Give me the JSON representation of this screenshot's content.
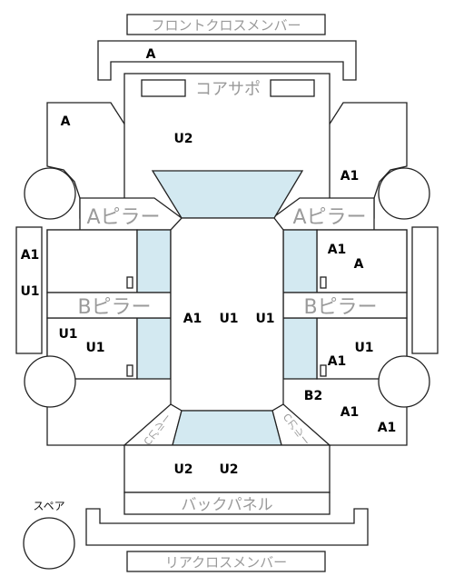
{
  "labels": {
    "front_cross_member": "フロントクロスメンバー",
    "core_support": "コアサポ",
    "a_pillar_left": "Aピラー",
    "a_pillar_right": "Aピラー",
    "b_pillar_left": "Bピラー",
    "b_pillar_right": "Bピラー",
    "c_pillar_left": "Cピラー",
    "c_pillar_right": "Cピラー",
    "back_panel": "バックパネル",
    "spare": "スペア",
    "rear_cross_member": "リアクロスメンバー"
  },
  "grades": {
    "front_member": "A",
    "core_support_area": "U2",
    "front_left_fender": "A",
    "front_right_fender": "A1",
    "left_side_panel_1": "A1",
    "left_side_panel_2": "U1",
    "right_front_door_1": "A1",
    "right_front_door_2": "A",
    "left_rear_door_1": "U1",
    "left_rear_door_2": "U1",
    "roof_1": "A1",
    "roof_2": "U1",
    "roof_3": "U1",
    "right_rear_door_1": "U1",
    "right_rear_door_2": "A1",
    "right_quarter_1": "B2",
    "right_quarter_2": "A1",
    "right_quarter_3": "A1",
    "trunk_1": "U2",
    "trunk_2": "U2"
  }
}
